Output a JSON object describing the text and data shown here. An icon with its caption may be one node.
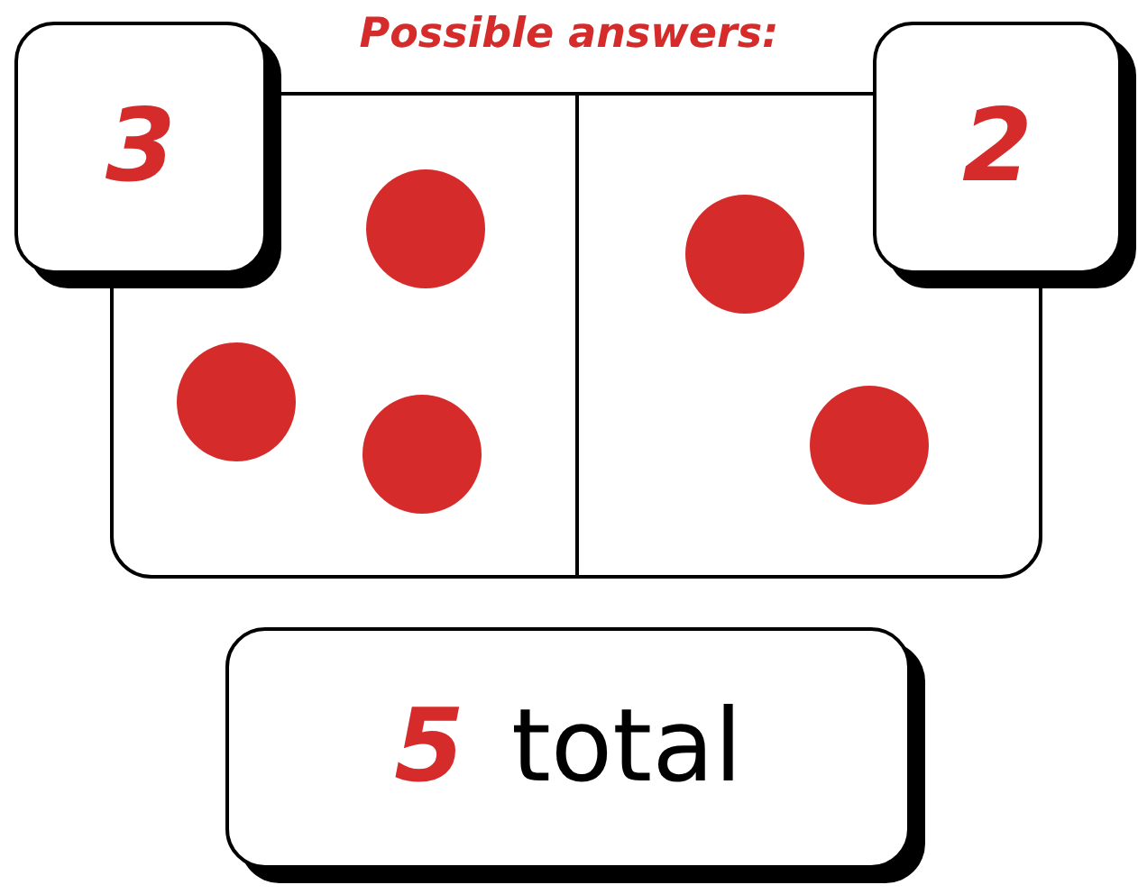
{
  "diagram": {
    "title": "Possible answers:",
    "nodes": [
      {
        "text": [
          "3"
        ]
      },
      {
        "text": [
          "2"
        ]
      },
      {
        "text": [
          "5",
          "total"
        ]
      }
    ]
  }
}
